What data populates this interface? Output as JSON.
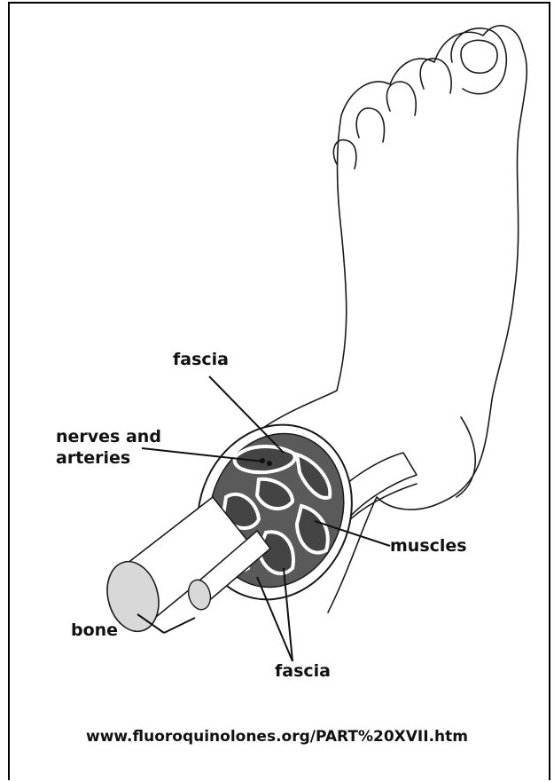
{
  "labels": {
    "fascia_top": "fascia",
    "nerves_line1": "nerves and",
    "nerves_line2": "arteries",
    "muscles": "muscles",
    "bone": "bone",
    "fascia_bottom": "fascia"
  },
  "caption": "www.fluoroquinolones.org/PART%20XVII.htm",
  "colors": {
    "line": "#1a1a1a",
    "muscle": "#4a4a4a",
    "skin": "#ffffff",
    "shade": "#cfcfcf"
  }
}
